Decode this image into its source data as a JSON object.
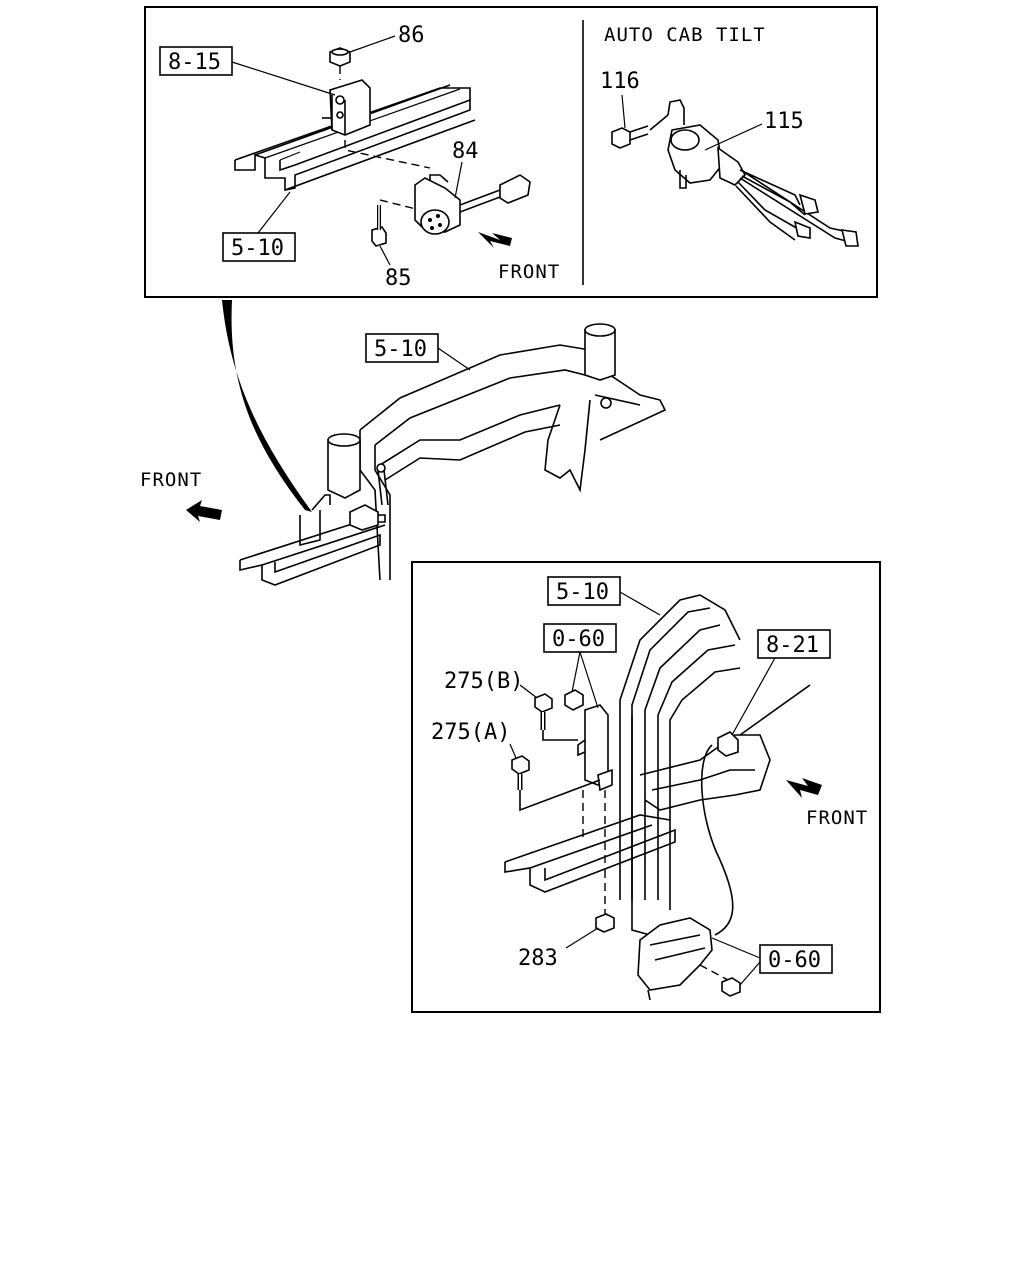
{
  "top_left_panel": {
    "labels": {
      "ref_8_15": "8-15",
      "ref_5_10": "5-10",
      "part_86": "86",
      "part_84": "84",
      "part_85": "85",
      "front": "FRONT"
    }
  },
  "top_right_panel": {
    "title": "AUTO CAB TILT",
    "labels": {
      "part_116": "116",
      "part_115": "115"
    }
  },
  "middle_view": {
    "labels": {
      "ref_5_10": "5-10",
      "front": "FRONT"
    }
  },
  "bottom_panel": {
    "labels": {
      "ref_5_10": "5-10",
      "ref_0_60_top": "0-60",
      "ref_8_21": "8-21",
      "ref_0_60_bottom": "0-60",
      "part_275b": "275(B)",
      "part_275a": "275(A)",
      "part_283": "283",
      "front": "FRONT"
    }
  }
}
